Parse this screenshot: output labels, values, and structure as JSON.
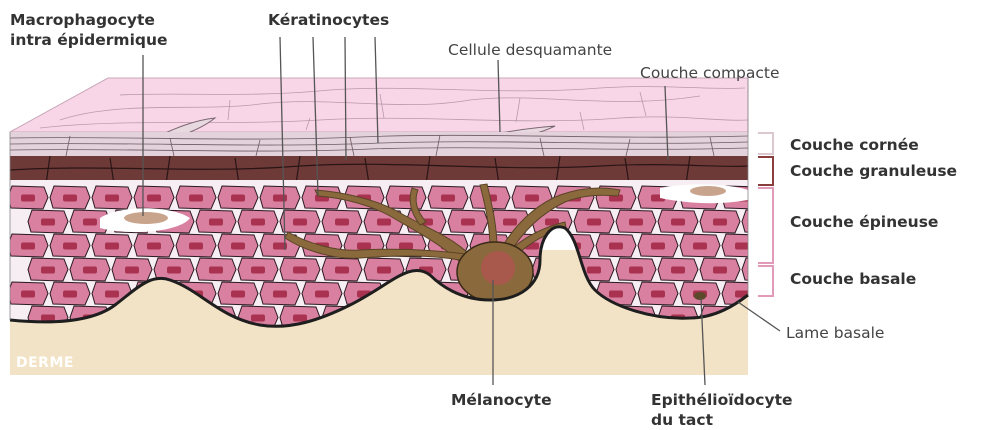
{
  "labels": {
    "macrophage_line1": "Macrophagocyte",
    "macrophage_line2": "intra épidermique",
    "keratinocytes": "Kératinocytes",
    "desquamating_cell": "Cellule desquamante",
    "compact_layer": "Couche compacte",
    "melanocyte": "Mélanocyte",
    "merkel_line1": "Epithélioïdocyte",
    "merkel_line2": "du tact",
    "basal_lamina": "Lame basale",
    "dermis": "DERME"
  },
  "layers": [
    {
      "name": "Couche cornée",
      "color": "#dcc8d0"
    },
    {
      "name": "Couche granuleuse",
      "color": "#8a3d3d"
    },
    {
      "name": "Couche épineuse",
      "color": "#e29ab9"
    },
    {
      "name": "Couche basale",
      "color": "#e29ab9"
    }
  ],
  "colors": {
    "stratum_corneum_top": "#f8d6e8",
    "stratum_granulosum": "#6e3a38",
    "keratinocyte_fill": "#d97fa0",
    "keratinocyte_nucleus": "#a8324f",
    "melanocyte_body": "#8a6a3c",
    "dermis": "#f3e3c6",
    "outline": "#1e1e1e"
  }
}
